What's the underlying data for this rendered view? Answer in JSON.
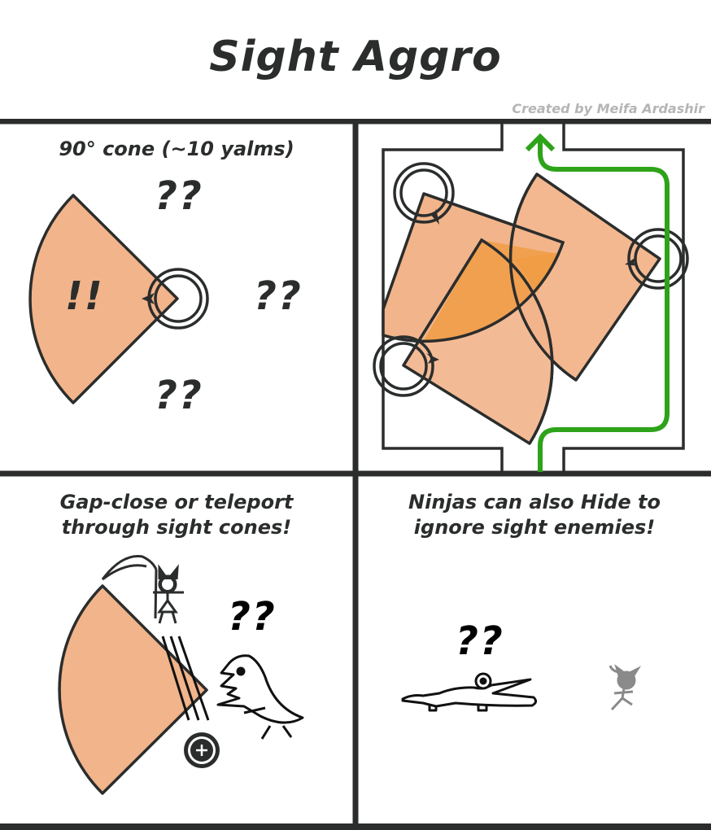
{
  "title": "Sight Aggro",
  "credit": "Created by Meifa Ardashir",
  "colors": {
    "outline": "#2b2d2d",
    "cone_fill": "#f2b48a",
    "cone_overlap": "#f09c44",
    "path_green": "#2ea31a",
    "credit_gray": "#b5b5b5",
    "hidden_ninja": "#8a8a8a"
  },
  "panels": [
    {
      "caption": "90° cone (~10 yalms)",
      "inside_marker": "!!",
      "outside_markers": [
        "??",
        "??",
        "??"
      ]
    },
    {
      "caption": "",
      "description": "Three enemies with overlapping sight cones in a room; green path goes around them"
    },
    {
      "caption_line1": "Gap-close or teleport",
      "caption_line2": "through sight cones!",
      "marker": "??"
    },
    {
      "caption_line1": "Ninjas can also Hide to",
      "caption_line2": "ignore sight enemies!",
      "marker": "??"
    }
  ]
}
